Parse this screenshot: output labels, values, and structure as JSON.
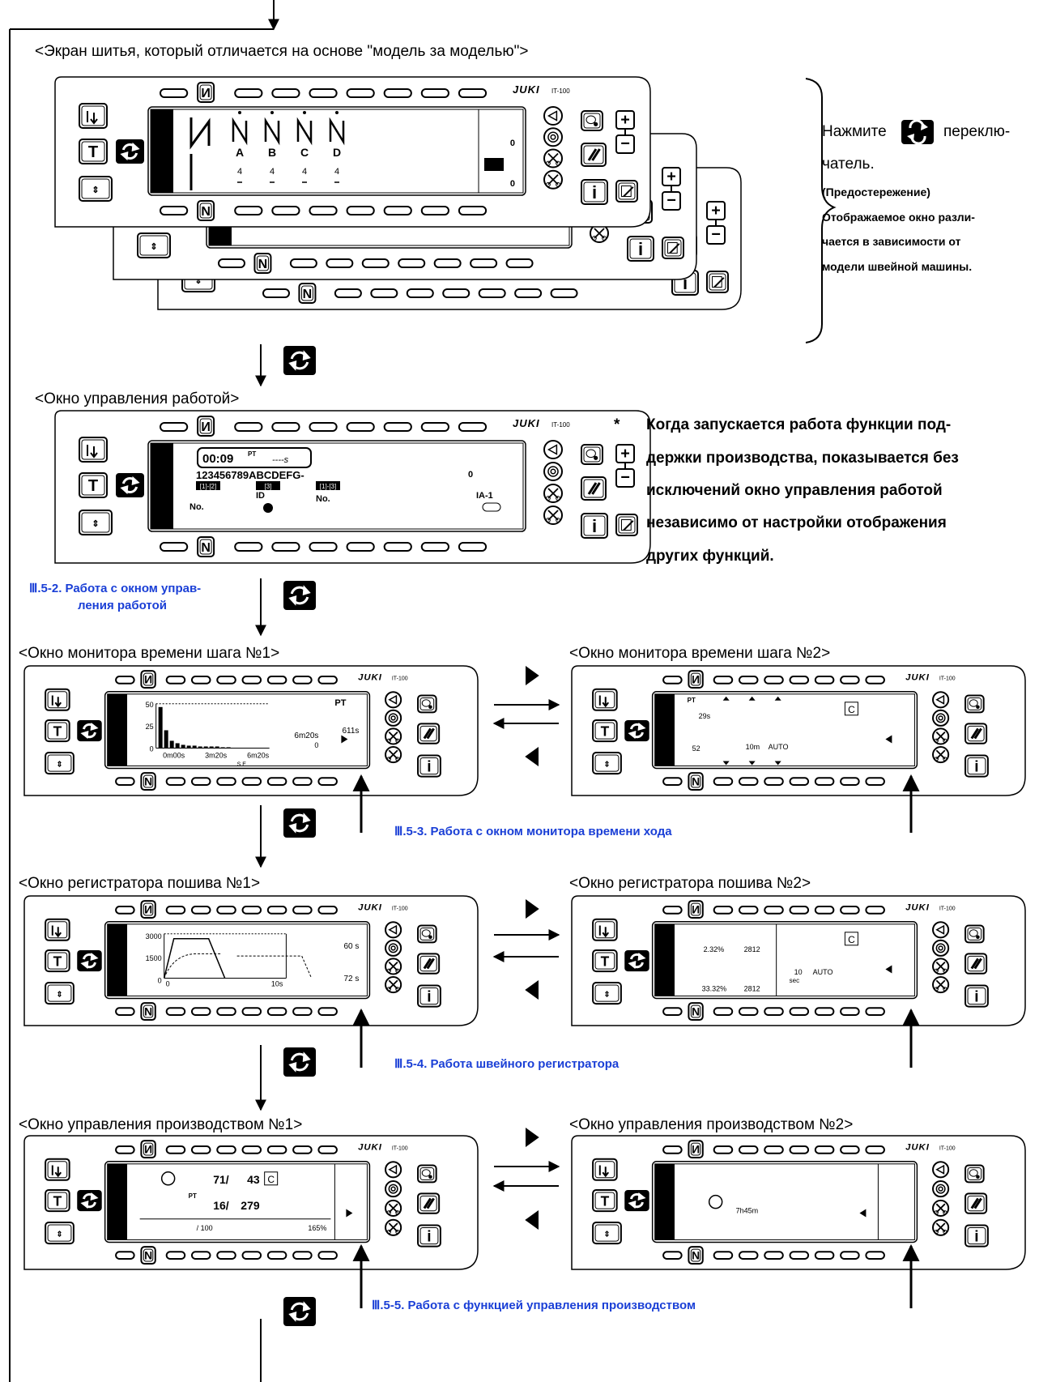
{
  "colors": {
    "accent_link": "#1a3fd6",
    "line": "#000000",
    "screen": "#ffffff"
  },
  "brand": {
    "logo": "JUKI",
    "model": "IT-100"
  },
  "sections": {
    "sewing_screen": "<Экран шитья, который отличается на основе \"модель за моделью\">",
    "work_control": "<Окно управления работой>",
    "pitch_monitor_1": "<Окно монитора времени шага №1>",
    "pitch_monitor_2": "<Окно монитора времени шага №2>",
    "sewing_logger_1": "<Окно регистратора пошива №1>",
    "sewing_logger_2": "<Окно регистратора пошива №2>",
    "production_control_1": "<Окно управления производством №1>",
    "production_control_2": "<Окно управления производством №2>"
  },
  "side_note": {
    "press_a": "Нажмите",
    "press_b": "переклю-",
    "press_c": "чатель.",
    "caution_title": "(Предостережение)",
    "caution_1": "Отображаемое окно разли-",
    "caution_2": "чается в зависимости от",
    "caution_3": "модели швейной машины."
  },
  "work_note": {
    "star": "*",
    "lines": [
      "Когда запускается работа функции под-",
      "держки производства, показывается без",
      "исключений окно управления работой",
      "независимо от настройки отображения",
      "других функций."
    ]
  },
  "refs": {
    "r52a": "Ⅲ.5-2. Работа с окном управ-",
    "r52b": "ления работой",
    "r53": "Ⅲ.5-3. Работа с окном монитора времени хода",
    "r54": "Ⅲ.5-4. Работа швейного регистратора",
    "r55": "Ⅲ.5-5. Работа с функцией управления производством"
  },
  "panel_common": {
    "btn_T": "T",
    "btn_I_top": "И",
    "btn_N_bottom": "N",
    "btn_info": "i",
    "btn_plus": "+",
    "btn_minus": "−",
    "reset_icon": "reset-icon",
    "switch_icon": "switch-icon"
  },
  "sewing_lcd": {
    "steps": [
      "A",
      "B",
      "C",
      "D"
    ],
    "counts": [
      "4",
      "4",
      "4",
      "4"
    ],
    "side_counts": [
      "0",
      "0"
    ]
  },
  "work_lcd": {
    "timer": "00:09",
    "pt": "PT",
    "dashes": "----s",
    "row2": "123456789ABCDEFG-",
    "tag1": "[1]-[2]",
    "tag2": "[3]",
    "tag3": "[1]-[3]",
    "zero": "0",
    "ia": "IA-1",
    "no1": "No.",
    "id": "ID",
    "no2": "No."
  },
  "pitch1_lcd": {
    "y_ticks": [
      "50",
      "25",
      "0"
    ],
    "x_ticks": [
      "0m00s",
      "3m20s",
      "6m20s"
    ],
    "pt": "PT",
    "pt_value": "611s",
    "time": "6m20s",
    "zero": "0",
    "se": "S E"
  },
  "pitch2_lcd": {
    "v1": "29s",
    "v2": "52",
    "scale": "10m",
    "auto": "AUTO",
    "pt": "PT",
    "c": "C"
  },
  "logger1_lcd": {
    "y_ticks": [
      "3000",
      "1500",
      "0"
    ],
    "x0": "0",
    "x1": "10s",
    "t1": "60 s",
    "t2": "72 s"
  },
  "logger2_lcd": {
    "p1": "2.32%",
    "p2": "2812",
    "p3": "33.32%",
    "p4": "2812",
    "sec": "10",
    "sec_unit": "sec",
    "auto": "AUTO",
    "c": "C"
  },
  "prod1_lcd": {
    "a": "71/",
    "b": "43",
    "c": "16/",
    "d": "279",
    "pt": "PT",
    "e": "/ 100",
    "f": "165%",
    "box": "C"
  },
  "prod2_lcd": {
    "time": "7h45m"
  }
}
